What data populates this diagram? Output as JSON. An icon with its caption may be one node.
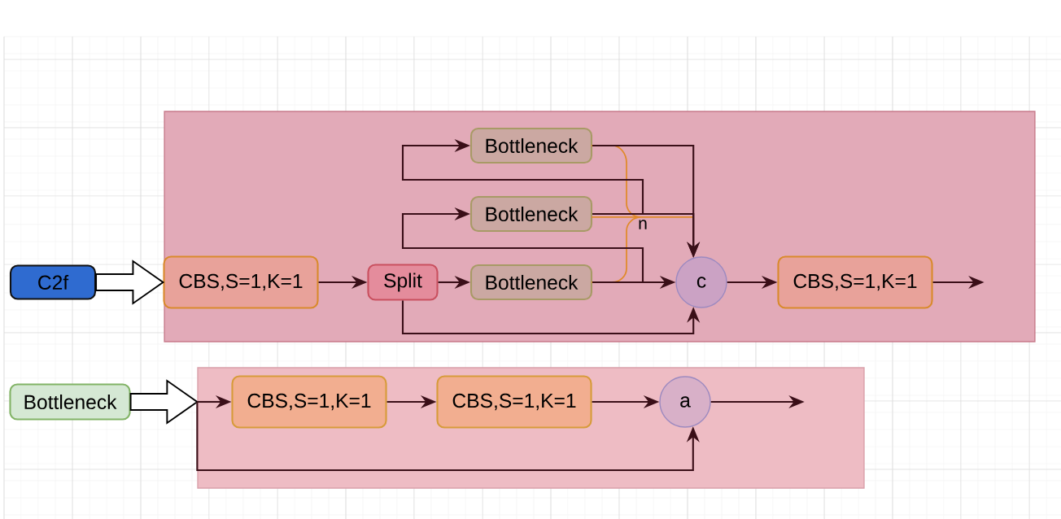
{
  "diagram": {
    "nodes": [
      {
        "text": [
          "C2f"
        ]
      },
      {
        "text": [],
        "shape": "box"
      },
      {
        "text": [
          "CBS,S=1,K=1"
        ],
        "in": 1
      },
      {
        "text": [
          "Split"
        ],
        "in": 1
      },
      {
        "text": [
          "Bottleneck"
        ],
        "in": 1
      },
      {
        "text": [
          "Bottleneck"
        ],
        "in": 1
      },
      {
        "text": [
          "Bottleneck"
        ],
        "in": 1
      },
      {
        "text": [
          "c"
        ],
        "in": 1
      },
      {
        "text": [
          "CBS,S=1,K=1"
        ],
        "in": 1
      },
      {
        "text": [
          "Bottleneck"
        ]
      },
      {
        "text": [],
        "shape": "box"
      },
      {
        "text": [
          "CBS,S=1,K=1"
        ],
        "in": 10
      },
      {
        "text": [
          "CBS,S=1,K=1"
        ],
        "in": 10
      },
      {
        "text": [
          "a"
        ],
        "in": 10
      }
    ],
    "edges": [
      {
        "from": 0,
        "to": 2,
        "arrow": "to",
        "style": "thick"
      },
      {
        "from": 2,
        "to": 3,
        "arrow": "to"
      },
      {
        "from": 3,
        "to": 6,
        "arrow": "to"
      },
      {
        "from": 6,
        "to": 5,
        "arrow": "to"
      },
      {
        "from": 5,
        "to": 4,
        "arrow": "to"
      },
      {
        "from": 4,
        "to": 7,
        "arrow": "to"
      },
      {
        "from": 5,
        "to": 7,
        "arrow": "to"
      },
      {
        "from": 6,
        "to": 7,
        "arrow": "to"
      },
      {
        "from": 3,
        "to": 7,
        "arrow": "to"
      },
      {
        "from": 7,
        "to": 8,
        "arrow": "to"
      },
      {
        "from": 8,
        "to": null,
        "arrow": "to"
      },
      {
        "from": 9,
        "to": 10,
        "arrow": "to",
        "style": "thick"
      },
      {
        "from": 10,
        "to": 11,
        "arrow": "to"
      },
      {
        "from": 10,
        "to": 13,
        "arrow": "to"
      },
      {
        "from": 11,
        "to": 12,
        "arrow": "to"
      },
      {
        "from": 12,
        "to": 13,
        "arrow": "to"
      },
      {
        "from": 13,
        "to": null,
        "arrow": "to"
      }
    ],
    "labels": [
      "n"
    ]
  }
}
